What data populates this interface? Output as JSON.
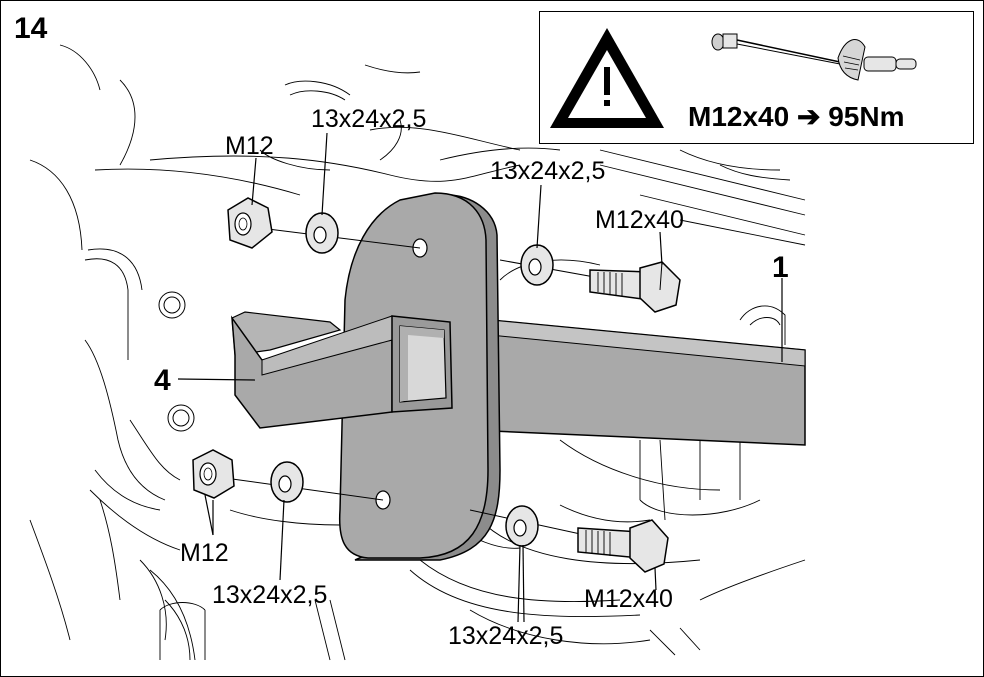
{
  "step_number": "14",
  "warning": {
    "icon": "warning-triangle-icon",
    "torque_spec": "M12x40 ➔ 95Nm",
    "tool_icon": "torque-wrench-icon"
  },
  "labels": {
    "nut_top": "M12",
    "washer_top_left": "13x24x2,5",
    "washer_top_right": "13x24x2,5",
    "bolt_top": "M12x40",
    "part_1": "1",
    "part_4": "4",
    "nut_bottom": "M12",
    "washer_bottom_left": "13x24x2,5",
    "washer_bottom_right": "13x24x2,5",
    "bolt_bottom": "M12x40"
  },
  "colors": {
    "line": "#000000",
    "part_fill": "#a9a9a9",
    "part_shade": "#8c8c8c",
    "background": "#ffffff"
  }
}
